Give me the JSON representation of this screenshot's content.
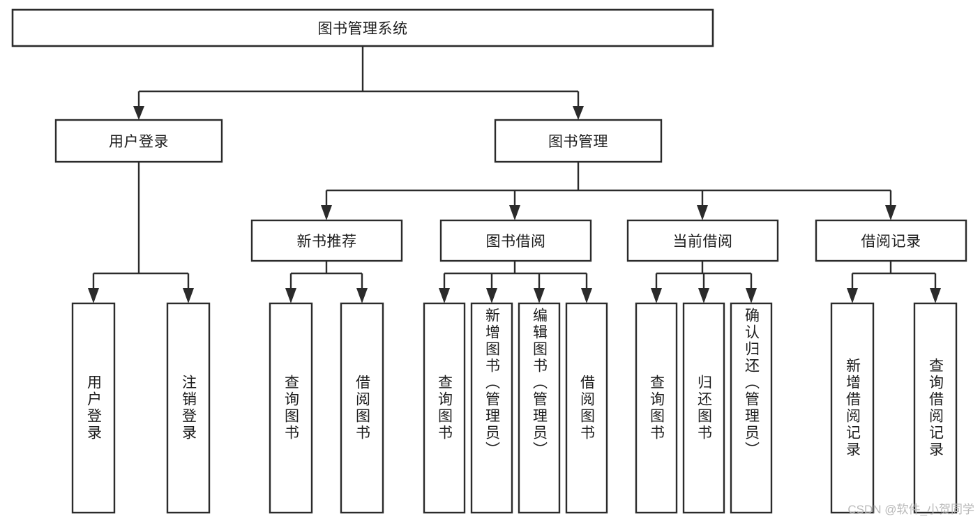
{
  "diagram": {
    "type": "tree",
    "title": "图书管理系统",
    "watermark": "CSDN @软件_小贺同学",
    "colors": {
      "stroke": "#2b2b2b",
      "fill": "#ffffff",
      "text": "#1d1d1d",
      "watermark": "#b9b9b9"
    },
    "root": {
      "label": "图书管理系统"
    },
    "level2": [
      {
        "label": "用户登录"
      },
      {
        "label": "图书管理"
      }
    ],
    "level3": [
      {
        "label": "新书推荐"
      },
      {
        "label": "图书借阅"
      },
      {
        "label": "当前借阅"
      },
      {
        "label": "借阅记录"
      }
    ],
    "leaves": {
      "user_login": [
        {
          "label": "用户登录"
        },
        {
          "label": "注销登录"
        }
      ],
      "new_book_recommend": [
        {
          "label": "查询图书"
        },
        {
          "label": "借阅图书"
        }
      ],
      "book_borrow": [
        {
          "label": "查询图书"
        },
        {
          "label": "新增图书（管理员）"
        },
        {
          "label": "编辑图书（管理员）"
        },
        {
          "label": "借阅图书"
        }
      ],
      "current_borrow": [
        {
          "label": "查询图书"
        },
        {
          "label": "归还图书"
        },
        {
          "label": "确认归还（管理员）"
        }
      ],
      "borrow_record": [
        {
          "label": "新增借阅记录"
        },
        {
          "label": "查询借阅记录"
        }
      ]
    }
  }
}
